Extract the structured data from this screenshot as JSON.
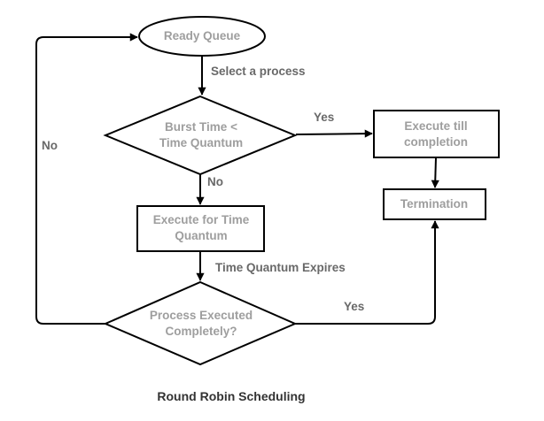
{
  "diagram": {
    "caption": "Round Robin Scheduling",
    "colors": {
      "background": "#ffffff",
      "stroke": "#000000",
      "node_text": "#9e9e9e",
      "edge_label_text": "#696969",
      "caption_text": "#333333"
    },
    "nodes": {
      "ready_queue": {
        "shape": "ellipse",
        "label": "Ready Queue"
      },
      "burst_decision": {
        "shape": "diamond",
        "label": "Burst Time < Time Quantum"
      },
      "execute_till_completion": {
        "shape": "rectangle",
        "label": "Execute till completion"
      },
      "termination": {
        "shape": "rectangle",
        "label": "Termination"
      },
      "execute_for_quantum": {
        "shape": "rectangle",
        "label": "Execute for Time Quantum"
      },
      "process_executed": {
        "shape": "diamond",
        "label": "Process Executed Completely?"
      }
    },
    "edge_labels": {
      "select_process": "Select a process",
      "yes_top": "Yes",
      "no_top": "No",
      "quantum_expires": "Time Quantum Expires",
      "yes_bottom": "Yes",
      "no_loop": "No"
    }
  }
}
